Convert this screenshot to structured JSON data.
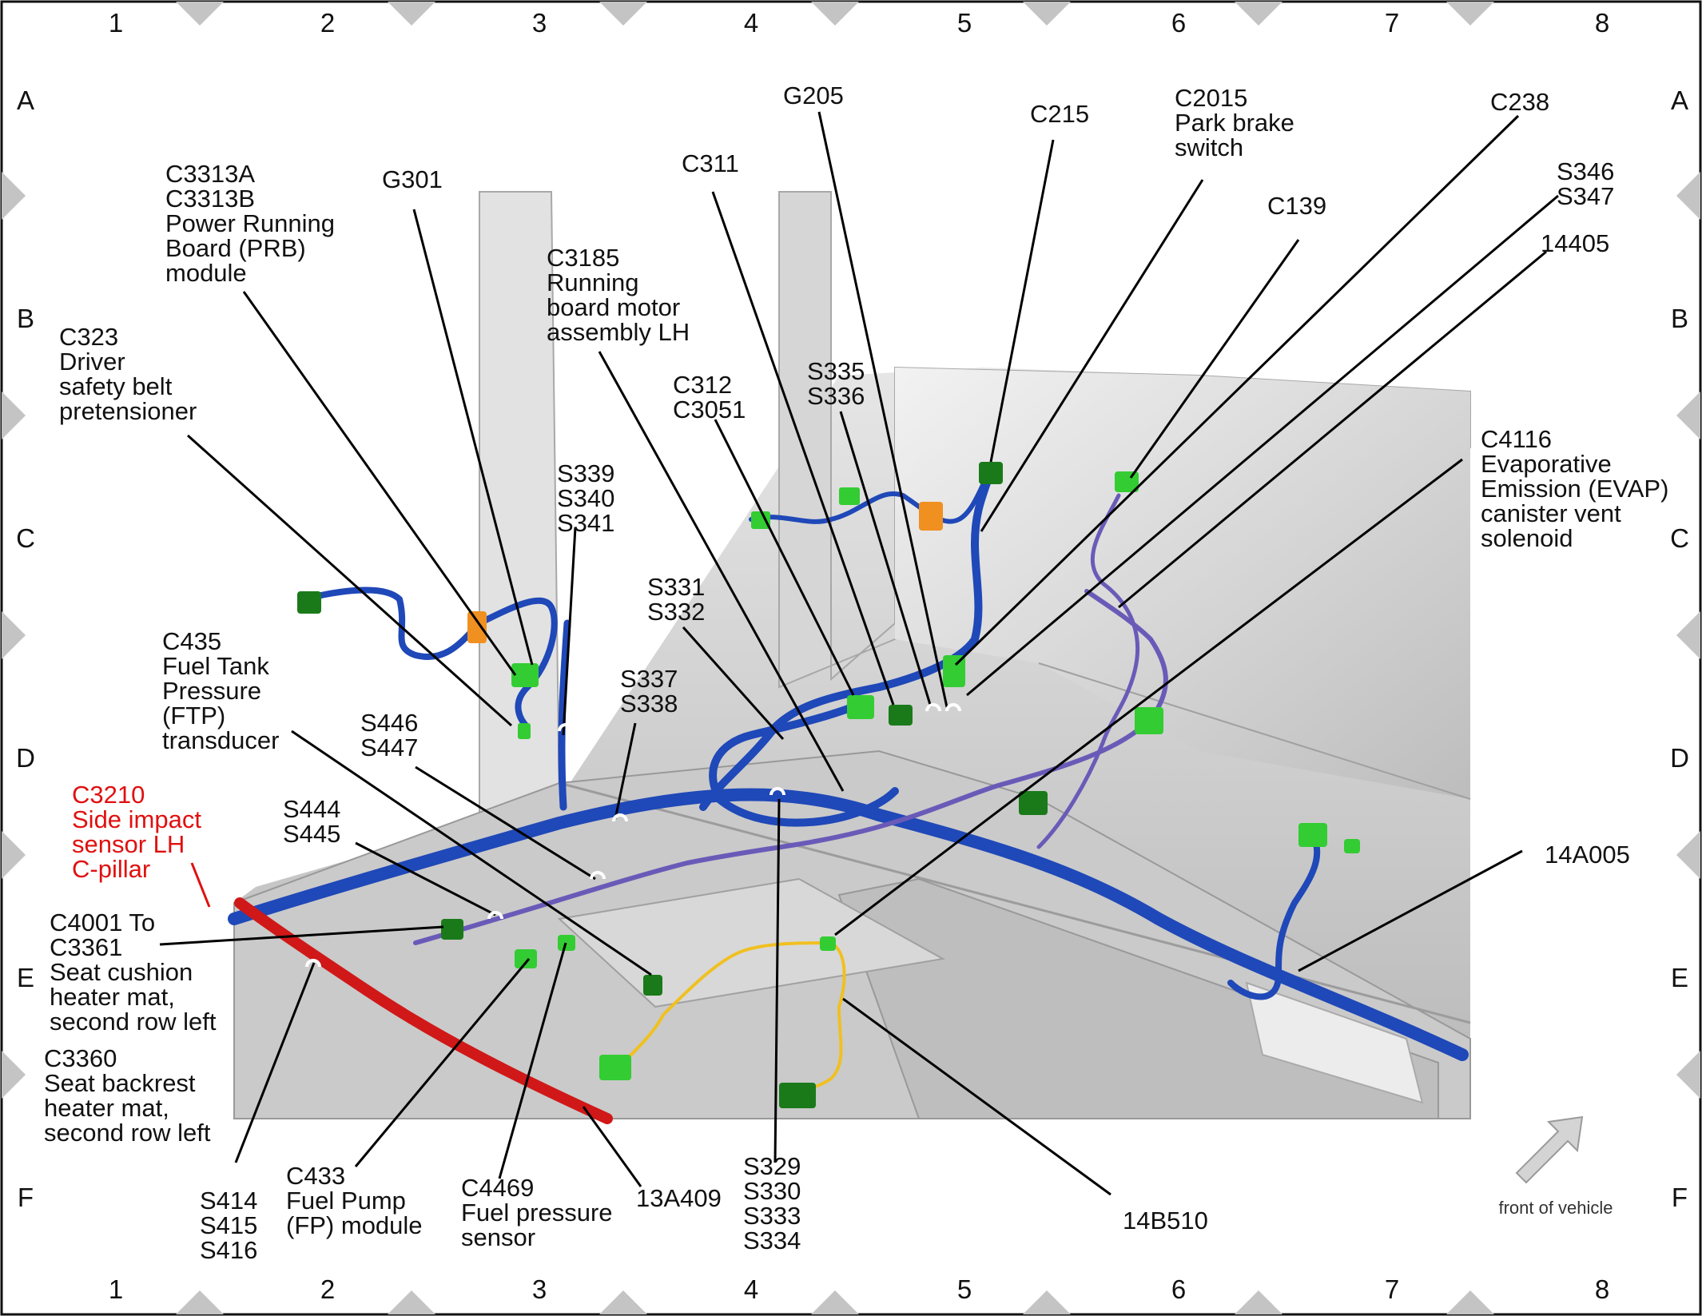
{
  "grid": {
    "columns": [
      "1",
      "2",
      "3",
      "4",
      "5",
      "6",
      "7",
      "8"
    ],
    "rows": [
      "A",
      "B",
      "C",
      "D",
      "E",
      "F"
    ]
  },
  "labels": {
    "c3313": [
      "C3313A",
      "C3313B",
      "Power Running",
      "Board (PRB)",
      "module"
    ],
    "g301": [
      "G301"
    ],
    "c323": [
      "C323",
      "Driver",
      "safety belt",
      "pretensioner"
    ],
    "c3185": [
      "C3185",
      "Running",
      "board motor",
      "assembly LH"
    ],
    "c311": [
      "C311"
    ],
    "g205": [
      "G205"
    ],
    "c215": [
      "C215"
    ],
    "c2015": [
      "C2015",
      "Park brake",
      "switch"
    ],
    "c238": [
      "C238"
    ],
    "c139": [
      "C139"
    ],
    "s346": [
      "S346",
      "S347"
    ],
    "n14405": [
      "14405"
    ],
    "c312": [
      "C312",
      "C3051"
    ],
    "s335": [
      "S335",
      "S336"
    ],
    "c4116": [
      "C4116",
      "Evaporative",
      "Emission (EVAP)",
      "canister vent",
      "solenoid"
    ],
    "s339": [
      "S339",
      "S340",
      "S341"
    ],
    "s331": [
      "S331",
      "S332"
    ],
    "c435": [
      "C435",
      "Fuel Tank",
      "Pressure",
      "(FTP)",
      "transducer"
    ],
    "s337": [
      "S337",
      "S338"
    ],
    "s446": [
      "S446",
      "S447"
    ],
    "c3210": [
      "C3210",
      "Side impact",
      "sensor LH",
      "C-pillar"
    ],
    "s444": [
      "S444",
      "S445"
    ],
    "c4001": [
      "C4001 To",
      "C3361",
      "Seat cushion",
      "heater mat,",
      "second row left"
    ],
    "c3360": [
      "C3360",
      "Seat backrest",
      "heater mat,",
      "second row left"
    ],
    "s414": [
      "S414",
      "S415",
      "S416"
    ],
    "c433": [
      "C433",
      "Fuel Pump",
      "(FP) module"
    ],
    "c4469": [
      "C4469",
      "Fuel pressure",
      "sensor"
    ],
    "n13a409": [
      "13A409"
    ],
    "s329": [
      "S329",
      "S330",
      "S333",
      "S334"
    ],
    "n14b510": [
      "14B510"
    ],
    "n14a005": [
      "14A005"
    ],
    "front": [
      "front of vehicle"
    ]
  },
  "colors": {
    "harness_main": "#1f48b8",
    "harness_secondary": "#6a5ab8",
    "harness_fuel": "#f0c020",
    "harness_red": "#d01818",
    "connector": "#33cc33",
    "connector_dark": "#1a7a1a",
    "callout_red": "#e01010",
    "body_gray": "#cfcfcf"
  }
}
